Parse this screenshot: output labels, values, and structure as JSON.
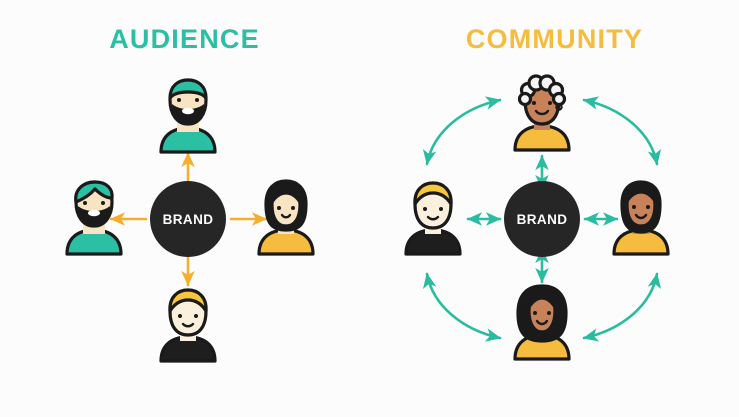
{
  "background_color": "#FCFCFC",
  "palette": {
    "teal": "#2BBFA3",
    "amber": "#F6BC3E",
    "arrow_amber": "#F4AF2B",
    "arrow_teal": "#29BCA0",
    "hub_dark": "#262626",
    "outline": "#1A1A1A",
    "skin_light": "#F8E3C2",
    "skin_pale": "#FBF0DC",
    "skin_brown": "#C8825A",
    "shirt_dark": "#1E1E1E",
    "hair_blond": "#F6C63C",
    "hair_white": "#F4F4F4"
  },
  "panels": [
    {
      "id": "audience",
      "title": "AUDIENCE",
      "title_color": "#2BBFA3",
      "arrow_color": "#F4AF2B",
      "arrow_style": "one-way-outward",
      "hub": {
        "label": "BRAND"
      },
      "nodes": [
        {
          "position": "top",
          "name": "bearded-man-teal-cap",
          "hair": "teal-beanie",
          "beard": true,
          "shirt": "#2BBFA3",
          "skin": "#F8E3C2"
        },
        {
          "position": "left",
          "name": "bearded-man-teal-hair",
          "hair": "teal",
          "beard": true,
          "shirt": "#2BBFA3",
          "skin": "#F8E3C2"
        },
        {
          "position": "right",
          "name": "woman-black-bob",
          "hair": "black-bob",
          "beard": false,
          "shirt": "#F6BC3E",
          "skin": "#F8E3C2"
        },
        {
          "position": "bottom",
          "name": "blond-person-dark-shirt",
          "hair": "blond",
          "beard": false,
          "shirt": "#1E1E1E",
          "skin": "#FBF0DC"
        }
      ]
    },
    {
      "id": "community",
      "title": "COMMUNITY",
      "title_color": "#F6BC3E",
      "arrow_color": "#29BCA0",
      "arrow_style": "two-way-plus-ring",
      "hub": {
        "label": "BRAND"
      },
      "nodes": [
        {
          "position": "top",
          "name": "elder-woman-white-curls",
          "hair": "white-curly",
          "beard": false,
          "shirt": "#F6BC3E",
          "skin": "#C8825A"
        },
        {
          "position": "left",
          "name": "blond-person-dark-shirt",
          "hair": "blond",
          "beard": false,
          "shirt": "#1E1E1E",
          "skin": "#FBF0DC"
        },
        {
          "position": "right",
          "name": "woman-dark-hair-brown",
          "hair": "black-long",
          "beard": false,
          "shirt": "#F6BC3E",
          "skin": "#C8825A"
        },
        {
          "position": "bottom",
          "name": "woman-curly-black-hair",
          "hair": "black-curly",
          "beard": false,
          "shirt": "#F6BC3E",
          "skin": "#C8825A"
        }
      ]
    }
  ]
}
